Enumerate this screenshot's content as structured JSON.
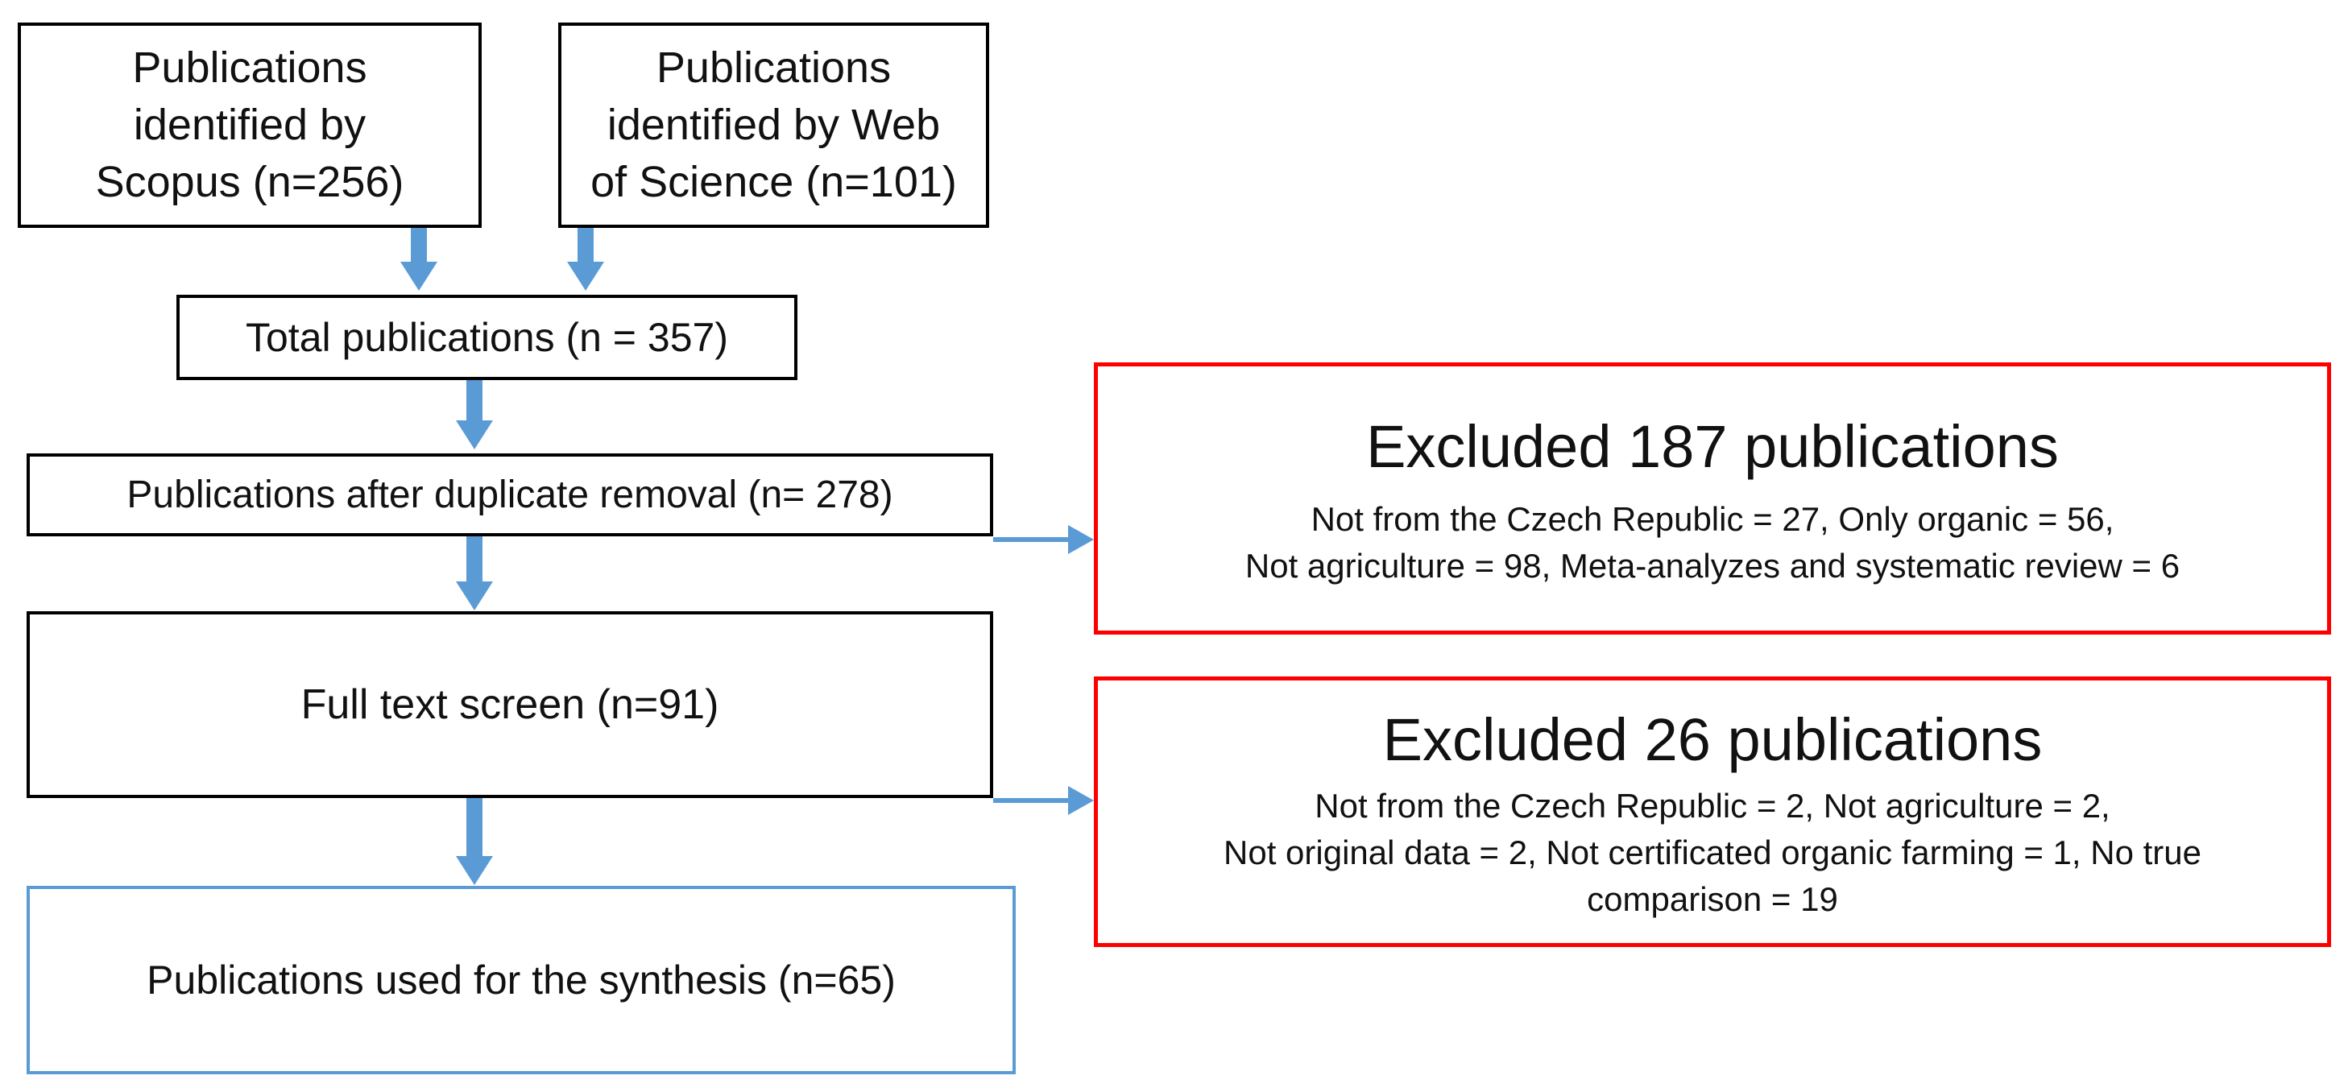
{
  "diagram": {
    "type": "prisma-flowchart",
    "colors": {
      "background": "#ffffff",
      "box_border_black": "#000000",
      "excluded_border_red": "#ff0000",
      "synthesis_border_blue": "#5b9bd5",
      "arrow_blue": "#5b9bd5",
      "text": "#111111"
    },
    "boxes": {
      "scopus": {
        "lines": [
          "Publications",
          "identified by",
          "Scopus (n=256)"
        ]
      },
      "web_of_science": {
        "lines": [
          "Publications",
          "identified by Web",
          "of Science (n=101)"
        ]
      },
      "total": {
        "label": "Total publications (n = 357)"
      },
      "duplicate_removal": {
        "label": "Publications after duplicate removal (n= 278)"
      },
      "full_text": {
        "label": "Full text screen (n=91)"
      },
      "synthesis": {
        "label": "Publications used for the synthesis (n=65)"
      },
      "excluded_1": {
        "title": "Excluded 187 publications",
        "lines": [
          "Not from the Czech Republic = 27, Only organic = 56,",
          "Not agriculture = 98, Meta-analyzes and systematic review = 6"
        ]
      },
      "excluded_2": {
        "title": "Excluded 26 publications",
        "lines": [
          "Not from the Czech Republic = 2, Not agriculture = 2,",
          "Not original data = 2, Not certificated organic farming = 1, No true",
          "comparison = 19"
        ]
      }
    }
  }
}
